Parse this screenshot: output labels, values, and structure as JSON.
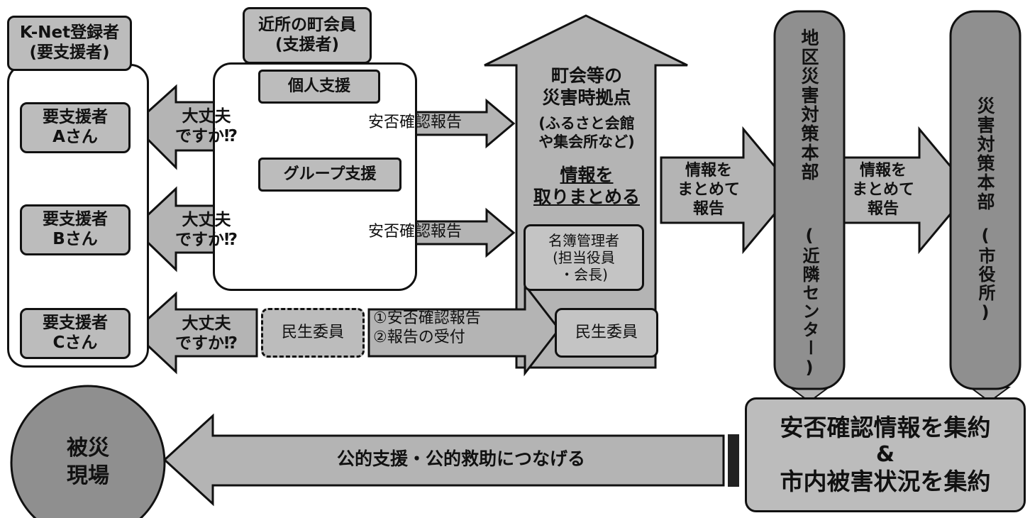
{
  "colors": {
    "fill": "#b4b4b4",
    "fill_dark": "#8f8f8f",
    "stroke": "#111111",
    "white": "#ffffff"
  },
  "registrants": {
    "header": "K-Net登録者\n(要支援者)",
    "a": "要支援者\nAさん",
    "b": "要支援者\nBさん",
    "c": "要支援者\nCさん"
  },
  "members": {
    "header": "近所の町会員\n(支援者)",
    "individual": "個人支援",
    "group": "グループ支援"
  },
  "ask": {
    "a": "大丈夫\nですか⁉",
    "b": "大丈夫\nですか⁉",
    "c": "大丈夫\nですか⁉"
  },
  "reports": {
    "a": "安否確認報告",
    "b": "安否確認報告",
    "c": "①安否確認報告\n②報告の受付"
  },
  "minsei": {
    "left": "民生委員",
    "right": "民生委員"
  },
  "base": {
    "title": "町会等の\n災害時拠点",
    "sub": "(ふるさと会館\nや集会所など)",
    "compile": "情報を\n取りまとめる",
    "manager": "名簿管理者\n(担当役員\n・会長)"
  },
  "flow": {
    "report1": "情報を\nまとめて\n報告",
    "report2": "情報を\nまとめて\n報告"
  },
  "hq": {
    "district": "地区災害対策本部",
    "district_sub": "(近隣センター)",
    "city": "災害対策本部",
    "city_sub": "(市役所)"
  },
  "aggregate": {
    "line1": "安否確認情報を集約",
    "line2": "&",
    "line3": "市内被害状況を集約"
  },
  "public": {
    "label": "公的支援・公的救助につなげる"
  },
  "site": {
    "label": "被災\n現場"
  }
}
